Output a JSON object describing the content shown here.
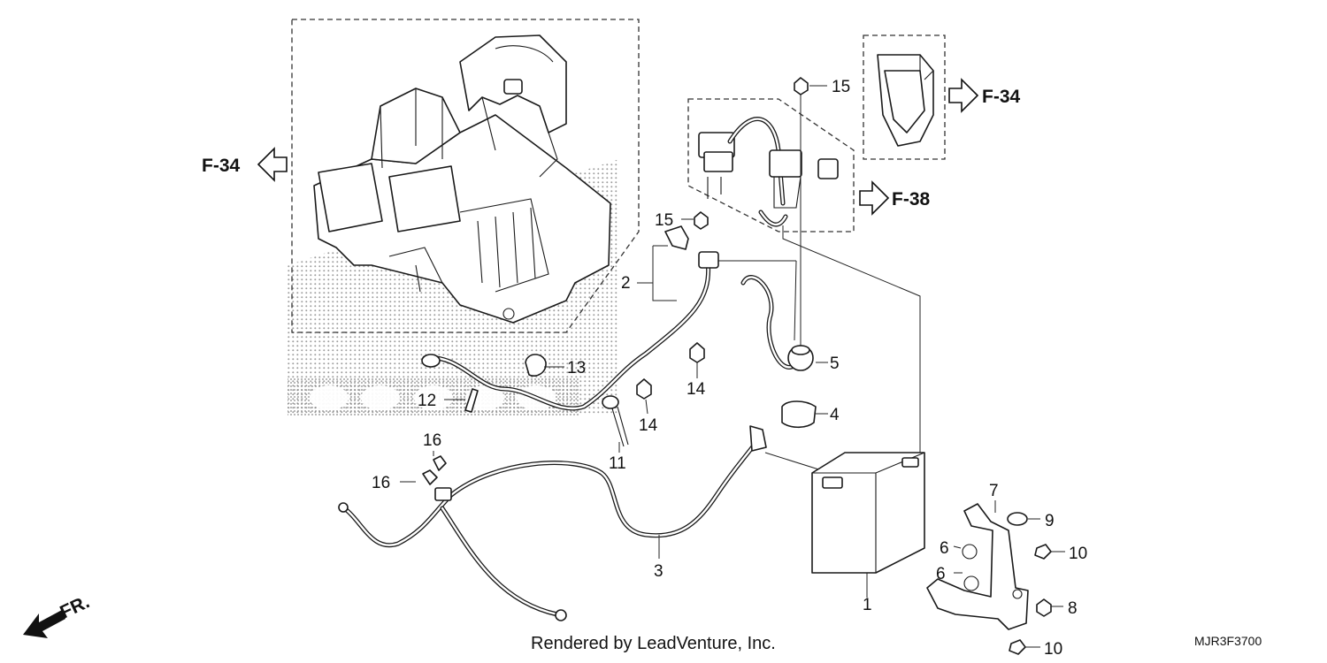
{
  "diagram": {
    "part_numbers": [
      "1",
      "2",
      "3",
      "4",
      "5",
      "6",
      "6",
      "7",
      "8",
      "9",
      "10",
      "10",
      "11",
      "12",
      "13",
      "14",
      "14",
      "15",
      "15",
      "16",
      "16"
    ],
    "references": {
      "left": "F-34",
      "top_right": "F-34",
      "right": "F-38"
    },
    "direction_label": "FR.",
    "credit": "Rendered by LeadVenture, Inc.",
    "diagram_code": "MJR3F3700"
  },
  "labels": {
    "n1": "1",
    "n2": "2",
    "n3": "3",
    "n4": "4",
    "n5": "5",
    "n6a": "6",
    "n6b": "6",
    "n7": "7",
    "n8": "8",
    "n9": "9",
    "n10a": "10",
    "n10b": "10",
    "n11": "11",
    "n12": "12",
    "n13": "13",
    "n14a": "14",
    "n14b": "14",
    "n15a": "15",
    "n15b": "15",
    "n16a": "16",
    "n16b": "16"
  },
  "colors": {
    "line": "#1a1a1a",
    "background": "#ffffff",
    "stipple": "#9a9a9a"
  }
}
